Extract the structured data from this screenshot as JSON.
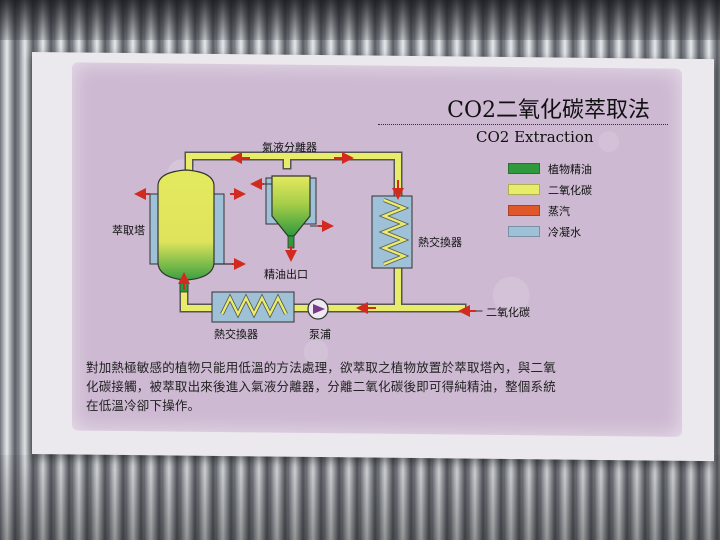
{
  "title": "CO2二氧化碳萃取法",
  "subtitle": "CO2 Extraction",
  "legend": [
    {
      "label": "植物精油",
      "color": "#2f9a3c"
    },
    {
      "label": "二氧化碳",
      "color": "#e9ec6a"
    },
    {
      "label": "蒸汽",
      "color": "#e0582a"
    },
    {
      "label": "冷凝水",
      "color": "#9fc1d8"
    }
  ],
  "labels": {
    "gas_liquid_separator": "氣液分離器",
    "extraction_tower": "萃取塔",
    "oil_outlet": "精油出口",
    "heat_exchanger_right": "熱交換器",
    "heat_exchanger_bottom": "熱交換器",
    "pump": "泵浦",
    "co2_input": "二氧化碳"
  },
  "description": [
    "對加熱極敏感的植物只能用低溫的方法處理，欲萃取之植物放置於萃取塔內，與二氧",
    "化碳接觸，被萃取出來後進入氣液分離器，分離二氧化碳後即可得純精油，整個系統",
    "在低溫冷卻下操作。"
  ]
}
